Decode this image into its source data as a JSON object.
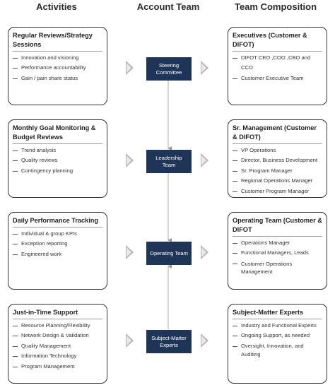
{
  "headers": {
    "activities": "Activities",
    "account_team": "Account Team",
    "team_composition": "Team Composition"
  },
  "activities": [
    {
      "title": "Regular Reviews/Strategy Sessions",
      "items": [
        "Innovation and visioning",
        "Performance accountability",
        "Gain / pain share status"
      ]
    },
    {
      "title": "Monthly Goal Monitoring & Budget Reviews",
      "items": [
        "Trend analysis",
        "Quality reviews",
        "Contingency planning"
      ]
    },
    {
      "title": "Daily Performance Tracking",
      "items": [
        "Individual & group KPIs",
        "Exception reporting",
        "Engineered work"
      ]
    },
    {
      "title": "Just-in-Time Support",
      "items": [
        "Resource Planning/Flexibility",
        "Network Design & Validation",
        "Quality Management",
        "Information Technology",
        "Program Management"
      ]
    }
  ],
  "account_team": [
    {
      "label": "Steering Committee"
    },
    {
      "label": "Leadership Team"
    },
    {
      "label": "Operating Team"
    },
    {
      "label": "Subject-Matter Experts"
    }
  ],
  "composition": [
    {
      "title": "Executives (Customer & DIFOT)",
      "items": [
        "DIFOT CEO ,COO ,CBO and CCO",
        "Customer Executive Team"
      ]
    },
    {
      "title": "Sr. Management (Customer & DIFOT)",
      "items": [
        "VP Operations",
        "Director, Business Development",
        "Sr. Program Manager",
        "Regional Operations Manager",
        "Customer Program Manager"
      ]
    },
    {
      "title": "Operating Team (Customer & DIFOT",
      "items": [
        "Operations Manager",
        "Functional Managers, Leads",
        "Customer Operations Management"
      ]
    },
    {
      "title": "Subject-Matter Experts",
      "items": [
        "Industry and Functional Experts",
        "Ongoing Support, as needed",
        "Oversight, Innovation, and Auditing"
      ]
    }
  ],
  "colors": {
    "navy_box": "#1f3557",
    "arrow_gray": "#b5b5b5",
    "card_border": "#333333"
  }
}
